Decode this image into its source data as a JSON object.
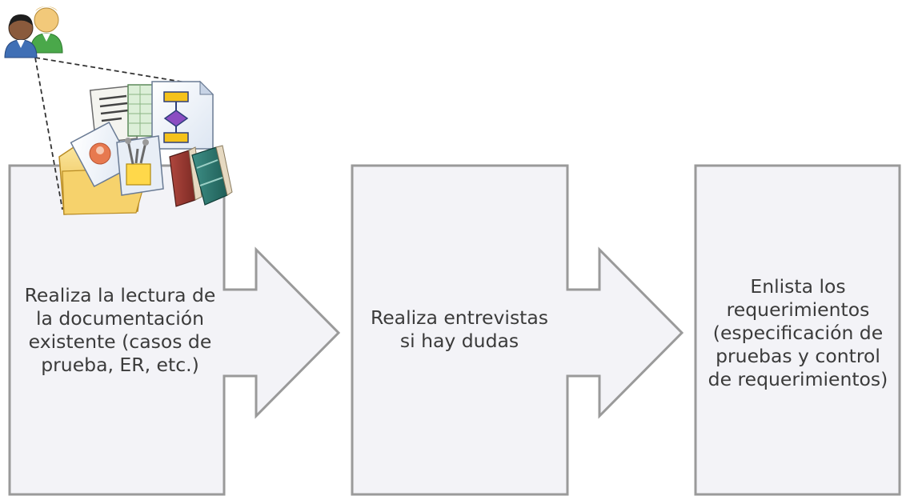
{
  "steps": [
    {
      "label": "Realiza la lectura de la documentación existente (casos de prueba, ER, etc.)"
    },
    {
      "label": "Realiza entrevistas  si hay dudas"
    },
    {
      "label": "Enlista los requerimientos (especificación de pruebas y control de requerimientos)"
    }
  ],
  "icons": {
    "users": "users-icon",
    "documents": "documents-collection-icon"
  },
  "colors": {
    "shape_fill": "#f3f3f7",
    "shape_stroke": "#9a9a9a",
    "text": "#3b3b3b"
  }
}
